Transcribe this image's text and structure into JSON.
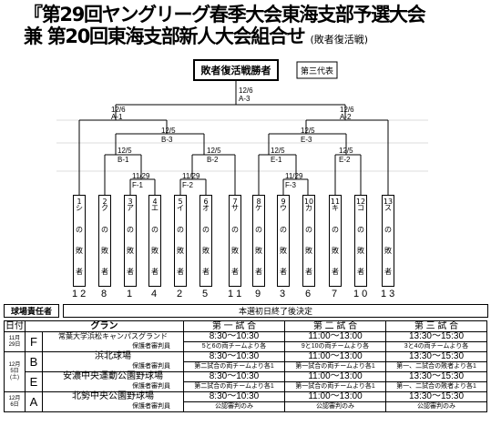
{
  "title_line1": "『第29回ヤングリーグ春季大会東海支部予選大会",
  "title_line2": "兼 第20回東海支部新人大会組合せ",
  "title_sub": "(敗者復活戦)",
  "winner_label": "敗者復活戦勝者",
  "third_rep_label": "第三代表",
  "matches": {
    "A3": {
      "date": "12/6",
      "code": "A-3"
    },
    "A1": {
      "date": "12/6",
      "code": "A-1"
    },
    "A2": {
      "date": "12/6",
      "code": "A-2"
    },
    "B3": {
      "date": "12/5",
      "code": "B-3"
    },
    "E3": {
      "date": "12/5",
      "code": "E-3"
    },
    "B1": {
      "date": "12/5",
      "code": "B-1"
    },
    "B2": {
      "date": "12/5",
      "code": "B-2"
    },
    "E1": {
      "date": "12/5",
      "code": "E-1"
    },
    "E2": {
      "date": "12/5",
      "code": "E-2"
    },
    "F1": {
      "date": "11/29",
      "code": "F-1"
    },
    "F2": {
      "date": "11/29",
      "code": "F-2"
    },
    "F3": {
      "date": "11/29",
      "code": "F-3"
    }
  },
  "teams": [
    {
      "num": "1",
      "c1": "シ",
      "c2": "の",
      "c3": "敗",
      "c4": "者",
      "seed": "1 2"
    },
    {
      "num": "2",
      "c1": "ク",
      "c2": "の",
      "c3": "敗",
      "c4": "者",
      "seed": "8"
    },
    {
      "num": "3",
      "c1": "ア",
      "c2": "の",
      "c3": "敗",
      "c4": "者",
      "seed": "1"
    },
    {
      "num": "4",
      "c1": "エ",
      "c2": "の",
      "c3": "敗",
      "c4": "者",
      "seed": "4"
    },
    {
      "num": "5",
      "c1": "イ",
      "c2": "の",
      "c3": "敗",
      "c4": "者",
      "seed": "2"
    },
    {
      "num": "6",
      "c1": "オ",
      "c2": "の",
      "c3": "敗",
      "c4": "者",
      "seed": "5"
    },
    {
      "num": "7",
      "c1": "サ",
      "c2": "の",
      "c3": "敗",
      "c4": "者",
      "seed": "1 1"
    },
    {
      "num": "8",
      "c1": "ケ",
      "c2": "の",
      "c3": "敗",
      "c4": "者",
      "seed": "9"
    },
    {
      "num": "9",
      "c1": "ウ",
      "c2": "の",
      "c3": "敗",
      "c4": "者",
      "seed": "3"
    },
    {
      "num": "10",
      "c1": "カ",
      "c2": "の",
      "c3": "敗",
      "c4": "者",
      "seed": "6"
    },
    {
      "num": "11",
      "c1": "キ",
      "c2": "の",
      "c3": "敗",
      "c4": "者",
      "seed": "7"
    },
    {
      "num": "12",
      "c1": "コ",
      "c2": "の",
      "c3": "敗",
      "c4": "者",
      "seed": "1 0"
    },
    {
      "num": "13",
      "c1": "ス",
      "c2": "の",
      "c3": "敗",
      "c4": "者",
      "seed": "1 3"
    }
  ],
  "responsible": {
    "label": "球場責任者",
    "value": "本選初日終了後決定"
  },
  "schedule": {
    "headers": {
      "date": "日付",
      "ground": "グラン",
      "g1": "第 一 試 合",
      "g2": "第 二 試 合",
      "g3": "第 三 試 合"
    },
    "rows": [
      {
        "date": "11月29日",
        "code": "F",
        "venue": "常葉大学浜松キャンパスグランド",
        "note_label": "保護者審判員",
        "t1": "8:30～10:30",
        "t2": "11:00～13:00",
        "t3": "13:30～15:30",
        "n1": "5と6の両チームより各",
        "n2": "9と10の両チームより各",
        "n3": "3と4の両チームより各"
      },
      {
        "date": "12月",
        "code": "B",
        "venue": "浜北球場",
        "note_label": "保護者審判員",
        "t1": "8:30～10:30",
        "t2": "11:00～13:00",
        "t3": "13:30～15:30",
        "n1": "第二試合の両チームより各1",
        "n2": "第一試合の両チームより各1",
        "n3": "第一、二試合の敗者より各1"
      },
      {
        "date": "5日",
        "code": "E",
        "venue": "安濃中央運動公園野球場",
        "note_label": "保護者審判員",
        "t1": "8:30～10:30",
        "t2": "11:00～13:00",
        "t3": "13:30～15:30",
        "n1": "第二試合の両チームより各1",
        "n2": "第一試合の両チームより各1",
        "n3": "第一、二試合の敗者より各1"
      },
      {
        "date": "12月6日",
        "code": "A",
        "venue": "北勢中央公園野球場",
        "note_label": "保護者審判員",
        "t1": "8:30～10:30",
        "t2": "11:00～13:00",
        "t3": "13:30～15:30",
        "n1": "公認審判のみ",
        "n2": "公認審判のみ",
        "n3": "公認審判のみ"
      }
    ],
    "date_extra": {
      "r0a": "11月",
      "r0b": "29日",
      "r1a": "12月",
      "r1b": "5日",
      "r1c": "(土)",
      "r3a": "12月",
      "r3b": "6日"
    }
  }
}
